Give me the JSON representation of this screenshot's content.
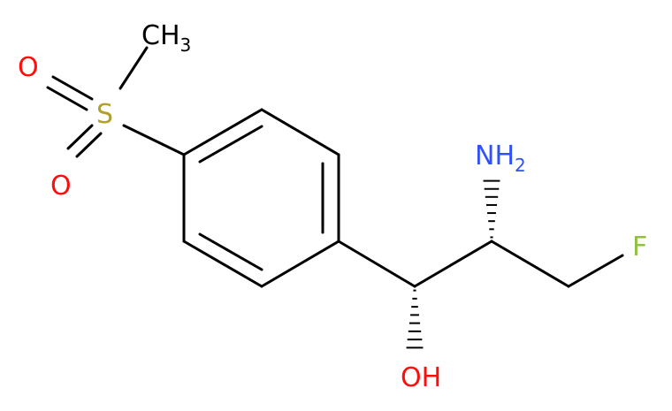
{
  "molecule": {
    "atoms": {
      "ch3": {
        "main": "CH",
        "sub": "3"
      },
      "sulfur": {
        "main": "S"
      },
      "oxygen_top": {
        "main": "O"
      },
      "oxygen_bottom": {
        "main": "O"
      },
      "amine": {
        "main": "NH",
        "sub": "2"
      },
      "fluorine": {
        "main": "F"
      },
      "hydroxyl": {
        "main": "OH"
      }
    },
    "colors": {
      "bond": "#000000",
      "carbon_label": "#000000",
      "sulfur": "#b2a02a",
      "oxygen": "#ff0d0d",
      "nitrogen": "#3050f8",
      "fluorine": "#90c040"
    }
  }
}
